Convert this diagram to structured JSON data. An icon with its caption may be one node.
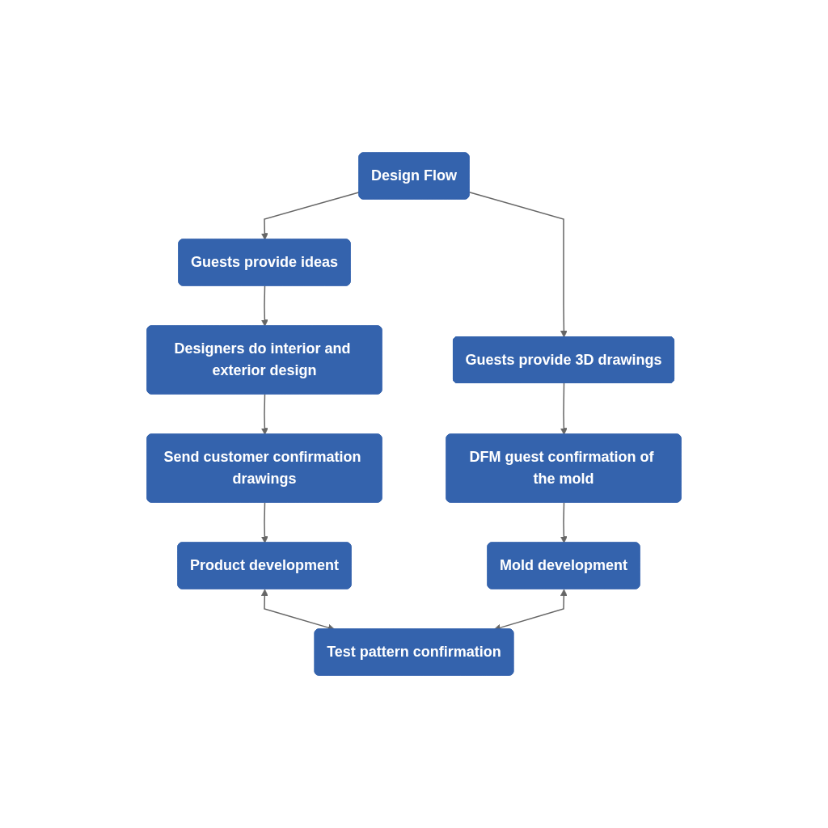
{
  "diagram": {
    "nodes": [
      {
        "text": [
          "Design Flow"
        ]
      },
      {
        "text": [
          "Guests provide ideas"
        ]
      },
      {
        "text": [
          "Guests provide 3D drawings"
        ]
      },
      {
        "text": [
          "Designers do interior and exterior design"
        ]
      },
      {
        "text": [
          "DFM guest confirmation of the mold"
        ]
      },
      {
        "text": [
          "Send customer confirmation drawings"
        ]
      },
      {
        "text": [
          "Mold development"
        ]
      },
      {
        "text": [
          "Product development"
        ]
      },
      {
        "text": [
          "Test pattern confirmation"
        ]
      }
    ],
    "edges": [
      {
        "from": 0,
        "to": 1,
        "arrow": "to"
      },
      {
        "from": 0,
        "to": 2,
        "arrow": "to"
      },
      {
        "from": 1,
        "to": 3,
        "arrow": "to"
      },
      {
        "from": 3,
        "to": 5,
        "arrow": "to"
      },
      {
        "from": 5,
        "to": 7,
        "arrow": "to"
      },
      {
        "from": 2,
        "to": 4,
        "arrow": "to"
      },
      {
        "from": 4,
        "to": 6,
        "arrow": "to"
      },
      {
        "from": 7,
        "to": 8,
        "arrow": "both"
      },
      {
        "from": 6,
        "to": 8,
        "arrow": "both"
      }
    ]
  }
}
